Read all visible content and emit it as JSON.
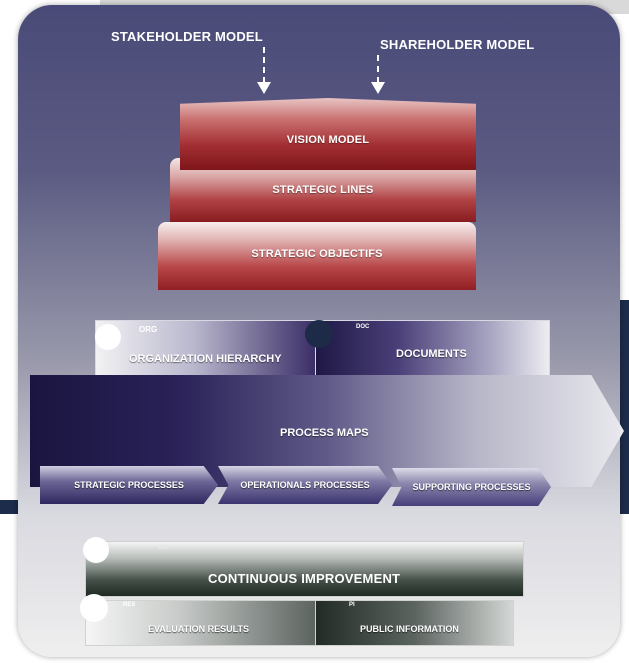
{
  "top_labels": {
    "stakeholder": "STAKEHOLDER MODEL",
    "shareholder": "SHAREHOLDER MODEL"
  },
  "strategy_stack": {
    "vision": "VISION MODEL",
    "lines": "STRATEGIC LINES",
    "objectives": "STRATEGIC OBJECTIFS"
  },
  "middle": {
    "org_tag": "ORG",
    "org_title": "ORGANIZATION HIERARCHY",
    "doc_tag": "DOC",
    "doc_title": "DOCUMENTS"
  },
  "process": {
    "title": "PROCESS MAPS",
    "steps": [
      "STRATEGIC PROCESSES",
      "OPERATIONALS PROCESSES",
      "SUPPORTING PROCESSES"
    ]
  },
  "bottom": {
    "ci_tag": "CIP",
    "ci_title": "CONTINUOUS IMPROVEMENT",
    "eval_tag": "RES",
    "eval_title": "EVALUATION RESULTS",
    "pub_tag": "PI",
    "pub_title": "PUBLIC INFORMATION"
  },
  "colors": {
    "panel_top": "#4a4a78",
    "panel_bottom": "#efefef",
    "maroon": "#a32f33",
    "navy": "#1c2c4a",
    "indigo": "#2a2258",
    "dark_green_gray": "#1f2a23"
  }
}
